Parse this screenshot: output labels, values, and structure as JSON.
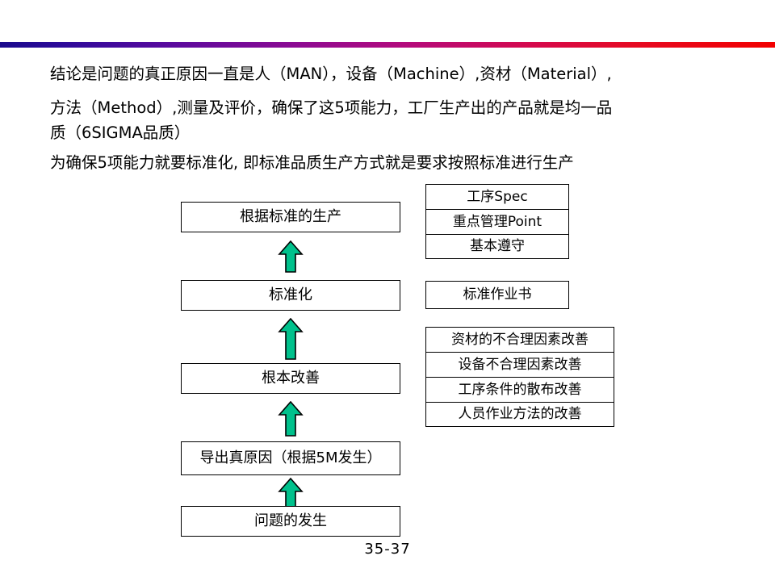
{
  "slide": {
    "page_number": "35-37",
    "accent_start_color": "#1a0a8c",
    "accent_end_color": "#f20000",
    "arrow_color": "#00c18c",
    "arrow_outline_color": "#000000"
  },
  "body_text": {
    "line1": "结论是问题的真正原因一直是人（MAN），设备（Machine）,资材（Material）,",
    "line2": "方法（Method）,测量及评价，确保了这5项能力，工厂生产出的产品就是均一品\n质（6SIGMA品质）",
    "line3": "为确保5项能力就要标准化, 即标准品质生产方式就是要求按照标准进行生产"
  },
  "flow": {
    "steps": [
      {
        "label": "根据标准的生产"
      },
      {
        "label": "标准化"
      },
      {
        "label": "根本改善"
      },
      {
        "label": "导出真原因（根据5M发生）"
      },
      {
        "label": "问题的发生"
      }
    ],
    "arrows": [
      {
        "name": "arrow-standardize-to-production"
      },
      {
        "name": "arrow-improve-to-standardize"
      },
      {
        "name": "arrow-rootcause-to-improve"
      },
      {
        "name": "arrow-problem-to-rootcause"
      }
    ]
  },
  "side_panels": {
    "spec_group": {
      "items": [
        {
          "label": "工序Spec"
        },
        {
          "label": "重点管理Point"
        },
        {
          "label": "基本遵守"
        }
      ]
    },
    "standard_doc": {
      "label": "标准作业书"
    },
    "improvement_group": {
      "items": [
        {
          "label": "资材的不合理因素改善"
        },
        {
          "label": "设备不合理因素改善"
        },
        {
          "label": "工序条件的散布改善"
        },
        {
          "label": "人员作业方法的改善"
        }
      ]
    }
  }
}
